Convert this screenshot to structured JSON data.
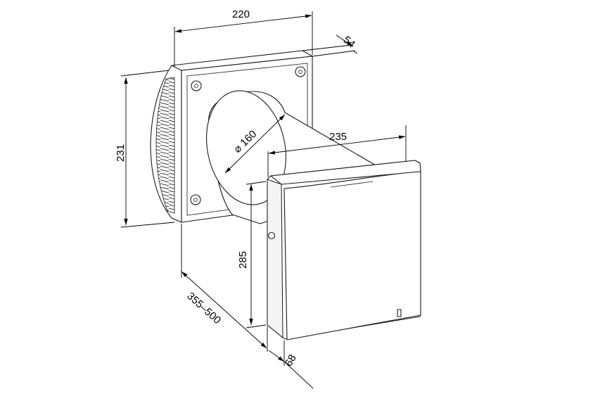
{
  "dimensions": {
    "width_rear": "220",
    "depth_rear": "54",
    "height_rear": "231",
    "duct_diameter": "⌀ 160",
    "width_front": "235",
    "height_front": "285",
    "wall_thickness": "355–500",
    "depth_front": "68"
  }
}
